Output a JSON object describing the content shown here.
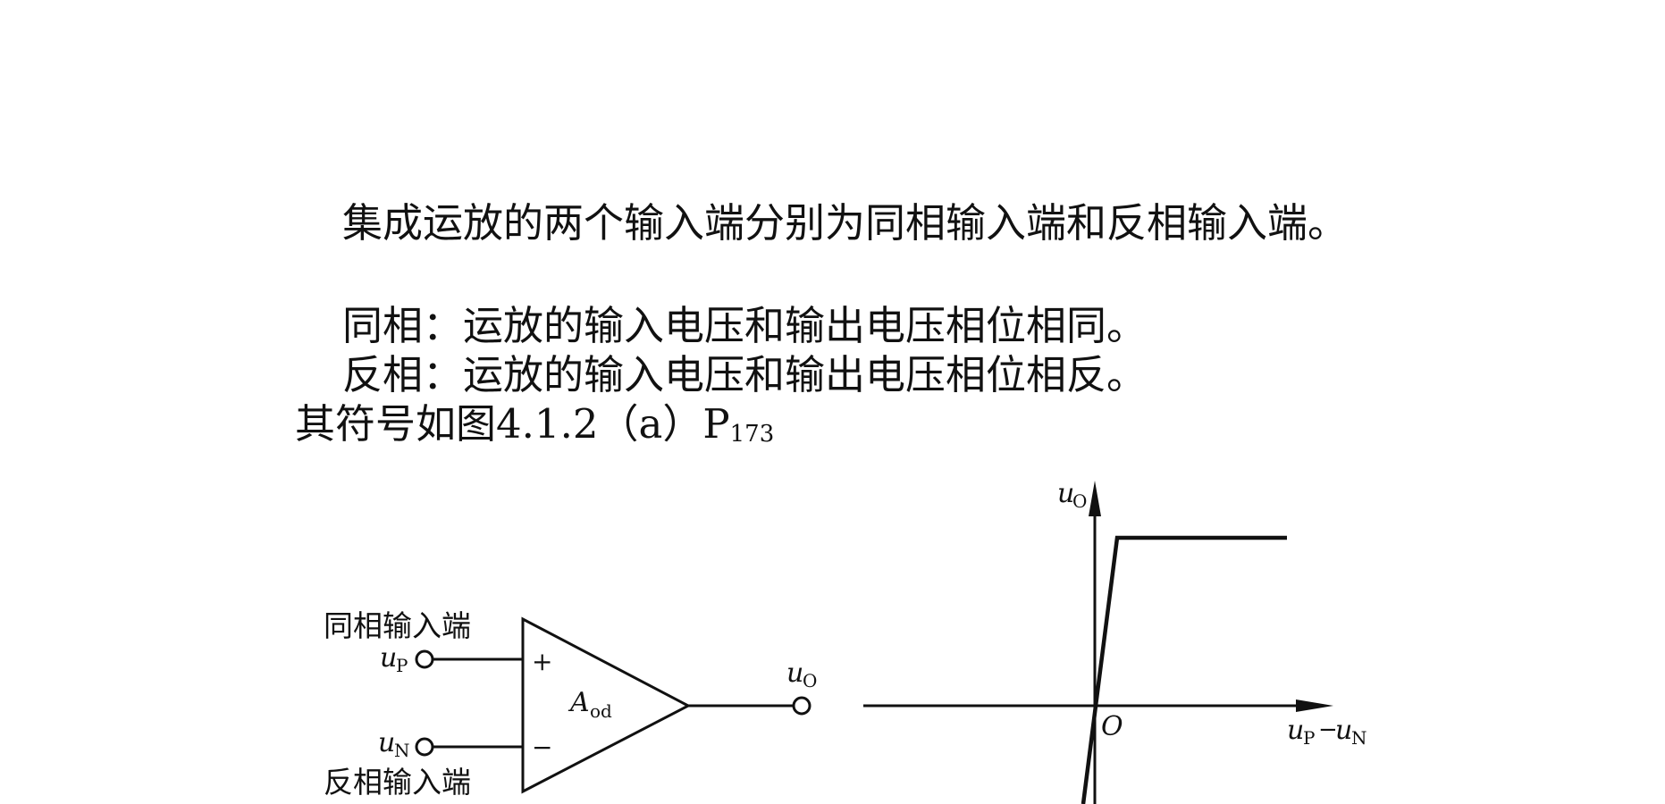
{
  "text": {
    "line1": "集成运放的两个输入端分别为同相输入端和反相输入端。",
    "line2": "同相：运放的输入电压和输出电压相位相同。",
    "line3": "反相：运放的输入电压和输出电压相位相反。",
    "line4_main": "其符号如图4.1.2（a）P",
    "line4_sub": "173"
  },
  "opamp_symbol": {
    "label_noninverting": "同相输入端",
    "label_inverting": "反相输入端",
    "input_p": "u",
    "input_p_sub": "P",
    "input_n": "u",
    "input_n_sub": "N",
    "plus": "+",
    "minus": "−",
    "gain": "A",
    "gain_sub": "od",
    "output": "u",
    "output_sub": "O"
  },
  "transfer_graph": {
    "y_axis": "u",
    "y_axis_sub": "O",
    "x_axis_a": "u",
    "x_axis_a_sub": "P",
    "x_axis_dash": "−",
    "x_axis_b": "u",
    "x_axis_b_sub": "N",
    "origin": "O"
  }
}
